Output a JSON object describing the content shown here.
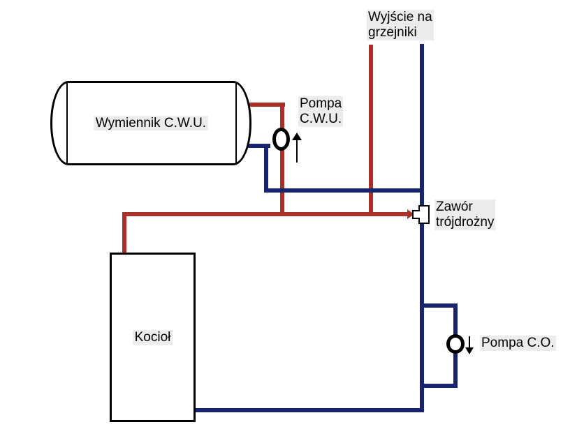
{
  "tank": {
    "label": "Wymiennik C.W.U."
  },
  "boiler": {
    "label": "Kocioł"
  },
  "radiators_outlet": {
    "line1": "Wyjście na",
    "line2": "grzejniki"
  },
  "pump_cwu": {
    "line1": "Pompa",
    "line2": "C.W.U.",
    "icon": "pump-circle",
    "flow_icon": "arrow-up"
  },
  "pump_co": {
    "label": "Pompa C.O.",
    "icon": "pump-circle",
    "flow_icon": "arrow-down"
  },
  "valve": {
    "line1": "Zawór",
    "line2": "trójdrożny",
    "icon": "three-way-valve"
  },
  "colors": {
    "supply": "#a93128",
    "return": "#18246f",
    "outline": "#000000",
    "canvas_bg": "#ffffff",
    "label_bg": "#ececec"
  }
}
